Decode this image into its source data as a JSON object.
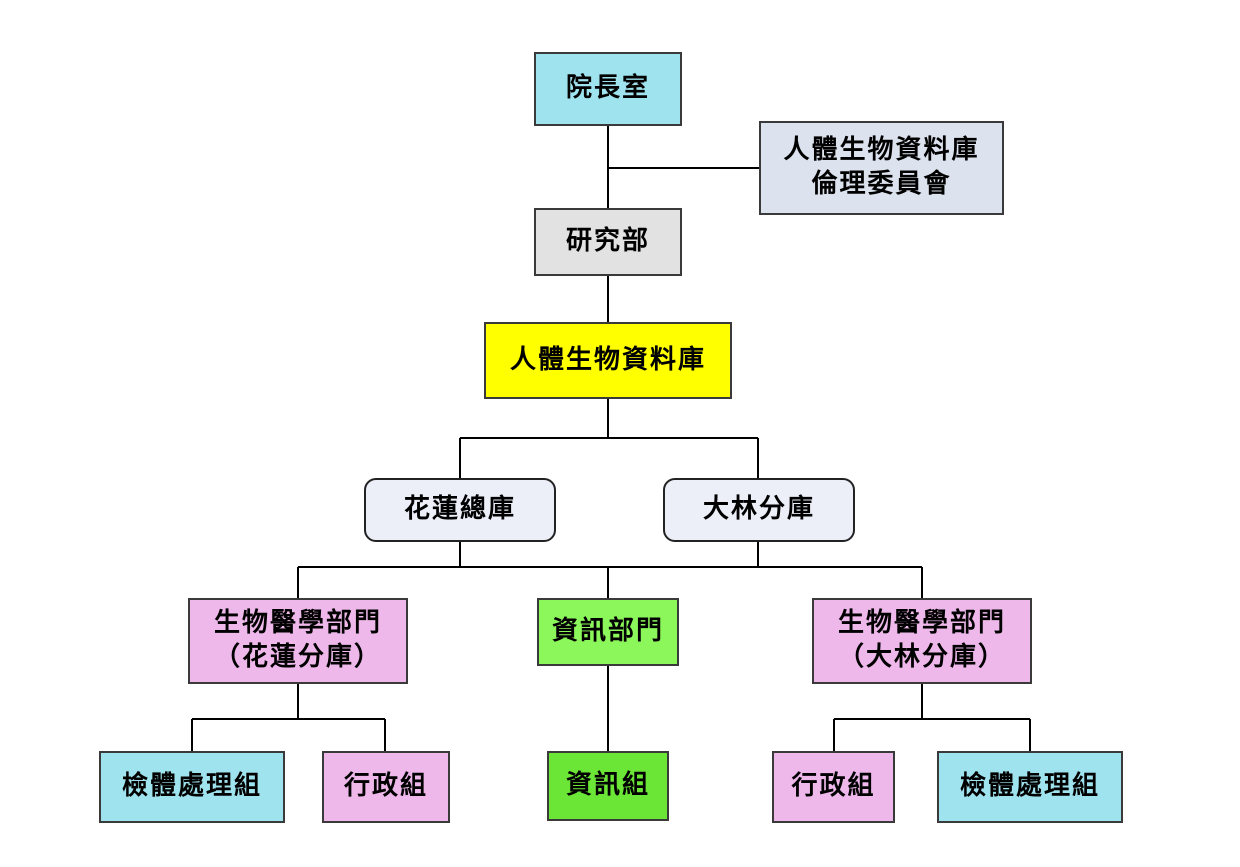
{
  "org_chart": {
    "president_office": "院長室",
    "ethics_committee": {
      "line1": "人體生物資料庫",
      "line2": "倫理委員會"
    },
    "research_dept": "研究部",
    "biobank": "人體生物資料庫",
    "hualien_main": "花蓮總庫",
    "dalin_branch": "大林分庫",
    "biomed_hualien": {
      "line1": "生物醫學部門",
      "line2": "（花蓮分庫）"
    },
    "info_dept": "資訊部門",
    "biomed_dalin": {
      "line1": "生物醫學部門",
      "line2": "（大林分庫）"
    },
    "specimen_group_left": "檢體處理組",
    "admin_group_left": "行政組",
    "info_group": "資訊組",
    "admin_group_right": "行政組",
    "specimen_group_right": "檢體處理組"
  },
  "colors": {
    "cyan": "#9fe3ee",
    "gray": "#e2e2e2",
    "slate": "#dde3ee",
    "yellow": "#ffff00",
    "lavender": "#eceef8",
    "pink": "#eeb8ea",
    "lime": "#8cf75a",
    "green": "#6be637"
  }
}
